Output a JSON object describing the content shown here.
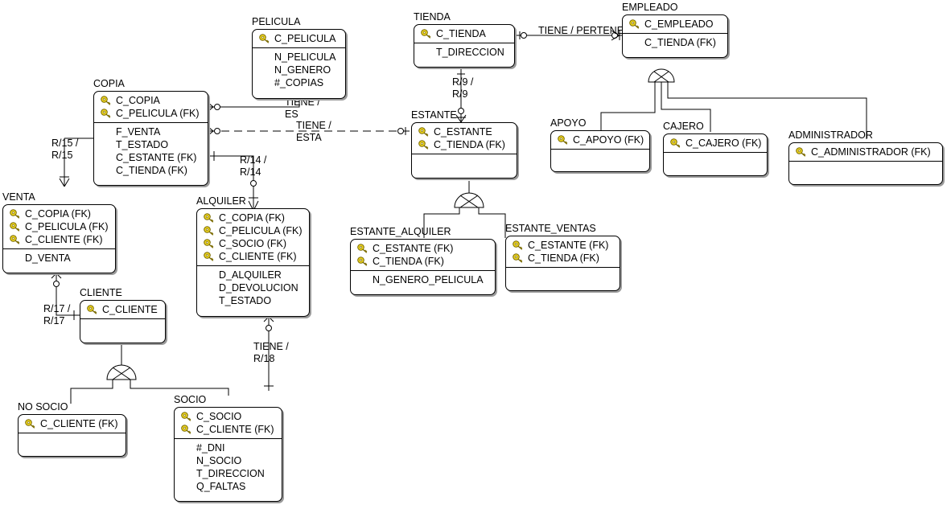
{
  "entities": {
    "pelicula": {
      "title": "PELICULA",
      "pk": [
        "C_PELICULA"
      ],
      "attrs": [
        "N_PELICULA",
        "N_GENERO",
        "#_COPIAS"
      ]
    },
    "tienda": {
      "title": "TIENDA",
      "pk": [
        "C_TIENDA"
      ],
      "attrs": [
        "T_DIRECCION"
      ]
    },
    "empleado": {
      "title": "EMPLEADO",
      "pk": [
        "C_EMPLEADO"
      ],
      "attrs": [
        "C_TIENDA (FK)"
      ]
    },
    "copia": {
      "title": "COPIA",
      "pk": [
        "C_COPIA",
        "C_PELICULA (FK)"
      ],
      "attrs": [
        "F_VENTA",
        "T_ESTADO",
        "C_ESTANTE (FK)",
        "C_TIENDA (FK)"
      ]
    },
    "estante": {
      "title": "ESTANTE",
      "pk": [
        "C_ESTANTE",
        "C_TIENDA (FK)"
      ],
      "attrs": []
    },
    "apoyo": {
      "title": "APOYO",
      "pk": [
        "C_APOYO (FK)"
      ],
      "attrs": []
    },
    "cajero": {
      "title": "CAJERO",
      "pk": [
        "C_CAJERO (FK)"
      ],
      "attrs": []
    },
    "administrador": {
      "title": "ADMINISTRADOR",
      "pk": [
        "C_ADMINISTRADOR (FK)"
      ],
      "attrs": []
    },
    "venta": {
      "title": "VENTA",
      "pk": [
        "C_COPIA (FK)",
        "C_PELICULA (FK)",
        "C_CLIENTE (FK)"
      ],
      "attrs": [
        "D_VENTA"
      ]
    },
    "alquiler": {
      "title": "ALQUILER",
      "pk": [
        "C_COPIA (FK)",
        "C_PELICULA (FK)",
        "C_SOCIO (FK)",
        "C_CLIENTE (FK)"
      ],
      "attrs": [
        "D_ALQUILER",
        "D_DEVOLUCION",
        "T_ESTADO"
      ]
    },
    "estante_alquiler": {
      "title": "ESTANTE_ALQUILER",
      "pk": [
        "C_ESTANTE (FK)",
        "C_TIENDA (FK)"
      ],
      "attrs": [
        "N_GENERO_PELICULA"
      ]
    },
    "estante_ventas": {
      "title": "ESTANTE_VENTAS",
      "pk": [
        "C_ESTANTE (FK)",
        "C_TIENDA (FK)"
      ],
      "attrs": []
    },
    "cliente": {
      "title": "CLIENTE",
      "pk": [
        "C_CLIENTE"
      ],
      "attrs": []
    },
    "no_socio": {
      "title": "NO SOCIO",
      "pk": [
        "C_CLIENTE (FK)"
      ],
      "attrs": []
    },
    "socio": {
      "title": "SOCIO",
      "pk": [
        "C_SOCIO",
        "C_CLIENTE (FK)"
      ],
      "attrs": [
        "#_DNI",
        "N_SOCIO",
        "T_DIRECCION",
        "Q_FALTAS"
      ]
    }
  },
  "relationships": {
    "tiene_pertenece": "TIENE / PERTENECE",
    "r9": "R/9 / R/9",
    "tiene_es": "TIENE / ES",
    "tiene_esta": "TIENE / ESTA",
    "r14": "R/14 / R/14",
    "r15": "R/15 / R/15",
    "r17": "R/17 / R/17",
    "tiene_r18": "TIENE / R/18"
  },
  "colors": {
    "key_fill": "#e8d020",
    "key_stroke": "#7a6a00",
    "line": "#000000",
    "shadow": "#9a9a9a"
  }
}
